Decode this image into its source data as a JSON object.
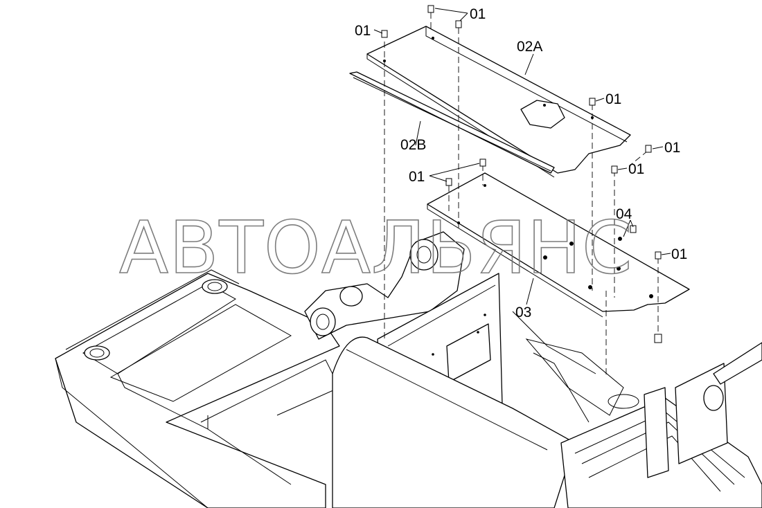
{
  "diagram": {
    "watermark": "АВТОАЛЬЯНС",
    "callouts": [
      {
        "id": "c1",
        "text": "01"
      },
      {
        "id": "c2",
        "text": "01"
      },
      {
        "id": "c3",
        "text": "02A"
      },
      {
        "id": "c4",
        "text": "01"
      },
      {
        "id": "c5",
        "text": "01"
      },
      {
        "id": "c6",
        "text": "01"
      },
      {
        "id": "c7",
        "text": "02B"
      },
      {
        "id": "c8",
        "text": "01"
      },
      {
        "id": "c9",
        "text": "04"
      },
      {
        "id": "c10",
        "text": "01"
      },
      {
        "id": "c11",
        "text": "03"
      }
    ]
  }
}
